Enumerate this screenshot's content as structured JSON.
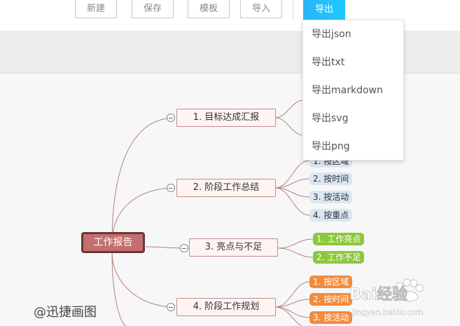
{
  "toolbar": {
    "new_label": "新建",
    "save_label": "保存",
    "template_label": "模板",
    "import_label": "导入",
    "export_label": "导出"
  },
  "export_menu": {
    "items": [
      "导出json",
      "导出txt",
      "导出markdown",
      "导出svg",
      "导出png"
    ]
  },
  "mindmap": {
    "root": "工作报告",
    "branches": [
      {
        "label": "1. 目标达成汇报",
        "children": []
      },
      {
        "label": "2. 阶段工作总结",
        "children": [
          "1. 按区域",
          "2. 按时间",
          "3. 按活动",
          "4. 按重点"
        ]
      },
      {
        "label": "3. 亮点与不足",
        "children": [
          "1. 工作亮点",
          "2. 工作不足"
        ]
      },
      {
        "label": "4. 阶段工作规划",
        "children": [
          "1. 按区域",
          "2. 按时间",
          "3. 按活动"
        ]
      }
    ]
  },
  "watermark": {
    "author": "@迅捷画图",
    "baidu": "Bai经验",
    "baidu_url_text": "jingyan.baidu.com"
  },
  "colors": {
    "accent": "#28b6f6",
    "root_fill": "#c46f6f",
    "root_border": "#6b3838",
    "branch_line": "#b5827d",
    "pill_blue": "#dbe6f5",
    "pill_green": "#8cc83c",
    "pill_orange": "#f28b3c"
  }
}
